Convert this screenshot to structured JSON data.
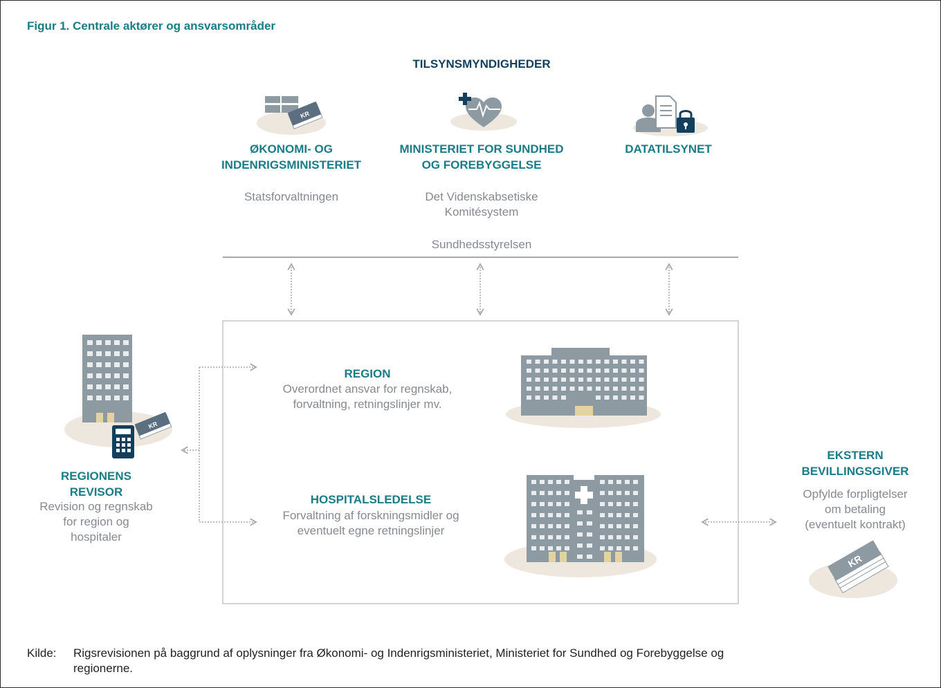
{
  "figure_title": "Figur 1. Centrale aktører og ansvarsområder",
  "supervisory_heading": "TILSYNSMYNDIGHEDER",
  "authorities": [
    {
      "name_line1": "ØKONOMI- OG",
      "name_line2": "INDENRIGSMINISTERIET",
      "sub_line1": "Statsforvaltningen",
      "sub_line2": "",
      "icon": "finance-ministry-icon"
    },
    {
      "name_line1": "MINISTERIET FOR SUNDHED",
      "name_line2": "OG FOREBYGGELSE",
      "sub_line1": "Det Videnskabsetiske",
      "sub_line2": "Komitésystem",
      "icon": "health-heart-icon"
    },
    {
      "name_line1": "DATATILSYNET",
      "name_line2": "",
      "sub_line1": "",
      "sub_line2": "",
      "icon": "data-protection-icon"
    }
  ],
  "shared_authority": "Sundhedsstyrelsen",
  "region": {
    "title": "REGION",
    "desc_line1": "Overordnet ansvar for regnskab,",
    "desc_line2": "forvaltning, retningslinjer mv."
  },
  "hospital_management": {
    "title": "HOSPITALSLEDELSE",
    "desc_line1": "Forvaltning af forskningsmidler og",
    "desc_line2": "eventuelt egne retningslinjer"
  },
  "auditor": {
    "title_line1": "REGIONENS",
    "title_line2": "REVISOR",
    "desc_line1": "Revision og regnskab",
    "desc_line2": "for region og",
    "desc_line3": "hospitaler"
  },
  "external_grantor": {
    "title_line1": "EKSTERN",
    "title_line2": "BEVILLINGSGIVER",
    "desc_line1": "Opfylde forpligtelser",
    "desc_line2": "om betaling",
    "desc_line3": "(eventuelt kontrakt)"
  },
  "money_label": "KR",
  "source_label": "Kilde:",
  "source_line1": "Rigsrevisionen på baggrund af oplysninger fra Økonomi- og Indenrigsministeriet, Ministeriet for Sundhed og Forebyggelse og",
  "source_line2": "regionerne.",
  "colors": {
    "teal": "#1a7c86",
    "navy": "#133f5e",
    "building_gray": "#8e9aa2",
    "window": "#e9edf0",
    "door": "#e3d3a0",
    "shadow": "#ede7de",
    "arrow": "#a6a9ac"
  }
}
